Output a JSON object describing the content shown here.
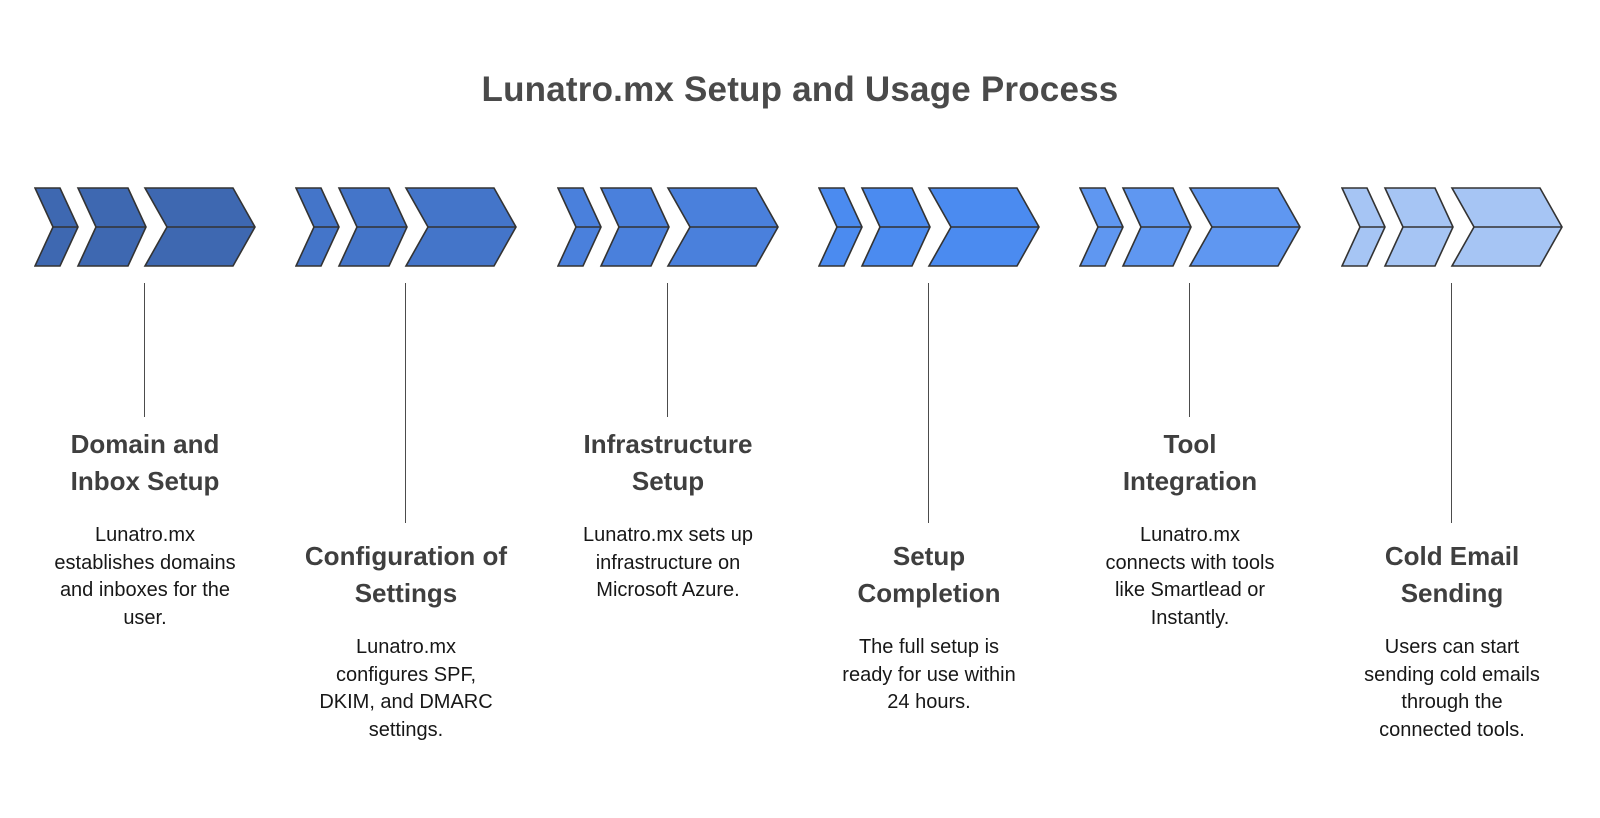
{
  "title": "Lunatro.mx Setup and Usage Process",
  "colors": {
    "title-color": "#4a4a4a",
    "heading-color": "#3f3f3f",
    "body-color": "#171717",
    "shape-outline": "#333333",
    "connector-color": "#4c4c4c",
    "background": "#ffffff"
  },
  "steps": [
    {
      "heading": "Domain and\nInbox Setup",
      "body": "Lunatro.mx\nestablishes domains\nand inboxes for the\nuser.",
      "arrow_color": "#3e68b1"
    },
    {
      "heading": "Configuration of\nSettings",
      "body": "Lunatro.mx\nconfigures SPF,\nDKIM, and DMARC\nsettings.",
      "arrow_color": "#4475c9"
    },
    {
      "heading": "Infrastructure\nSetup",
      "body": "Lunatro.mx sets up\ninfrastructure on\nMicrosoft Azure.",
      "arrow_color": "#4a80dc"
    },
    {
      "heading": "Setup\nCompletion",
      "body": "The full setup is\nready for use within\n24 hours.",
      "arrow_color": "#4b8bf0"
    },
    {
      "heading": "Tool\nIntegration",
      "body": "Lunatro.mx\nconnects with tools\nlike Smartlead or\nInstantly.",
      "arrow_color": "#5f97f1"
    },
    {
      "heading": "Cold Email\nSending",
      "body": "Users can start\nsending cold emails\nthrough the\nconnected tools.",
      "arrow_color": "#a6c5f4"
    }
  ]
}
